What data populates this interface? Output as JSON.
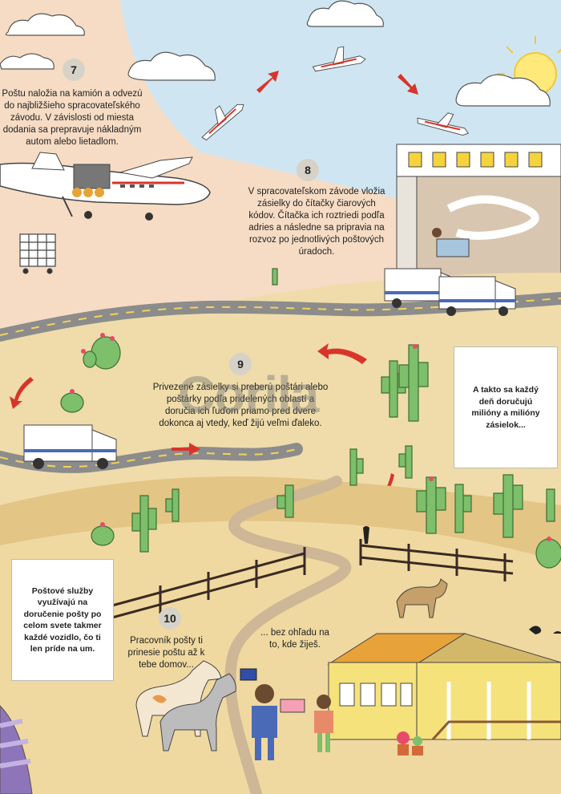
{
  "steps": [
    {
      "number": "7",
      "text": "Poštu naložia na kamión a odvezú do najbližšieho spracovateľského závodu. V závislosti od miesta dodania sa prepravuje nákladným autom alebo lietadlom."
    },
    {
      "number": "8",
      "text": "V spracovateľskom závode vložia zásielky do čítačky čiarových kódov. Čítačka ich roztriedi podľa adries a následne sa pripravia na rozvoz po jednotlivých poštových úradoch."
    },
    {
      "number": "9",
      "text": "Privezené zásielky si preberú poštári alebo poštárky podľa pridelených oblastí a doručia ich ľuďom priamo pred dvere dokonca aj vtedy, keď žijú veľmi ďaleko."
    },
    {
      "number": "10",
      "text": "Pracovník pošty ti prinesie poštu až k tebe domov..."
    }
  ],
  "extra_text": "... bez ohľadu na to, kde žiješ.",
  "stamp_right": "A takto sa každý deň doručujú milióny a milióny zásielok...",
  "stamp_left": "Poštové služby využívajú na doručenie pošty po celom svete takmer každé vozidlo, čo ti len príde na um.",
  "watermark": "Corila",
  "colors": {
    "sky": "#cfe6f2",
    "pink": "#f6dcc4",
    "sand": "#efdcaa",
    "hill": "#e3c585",
    "road": "#8c8c8c",
    "arrow": "#d9342b",
    "cactus": "#7dbf6a",
    "house": "#f6e27a"
  }
}
